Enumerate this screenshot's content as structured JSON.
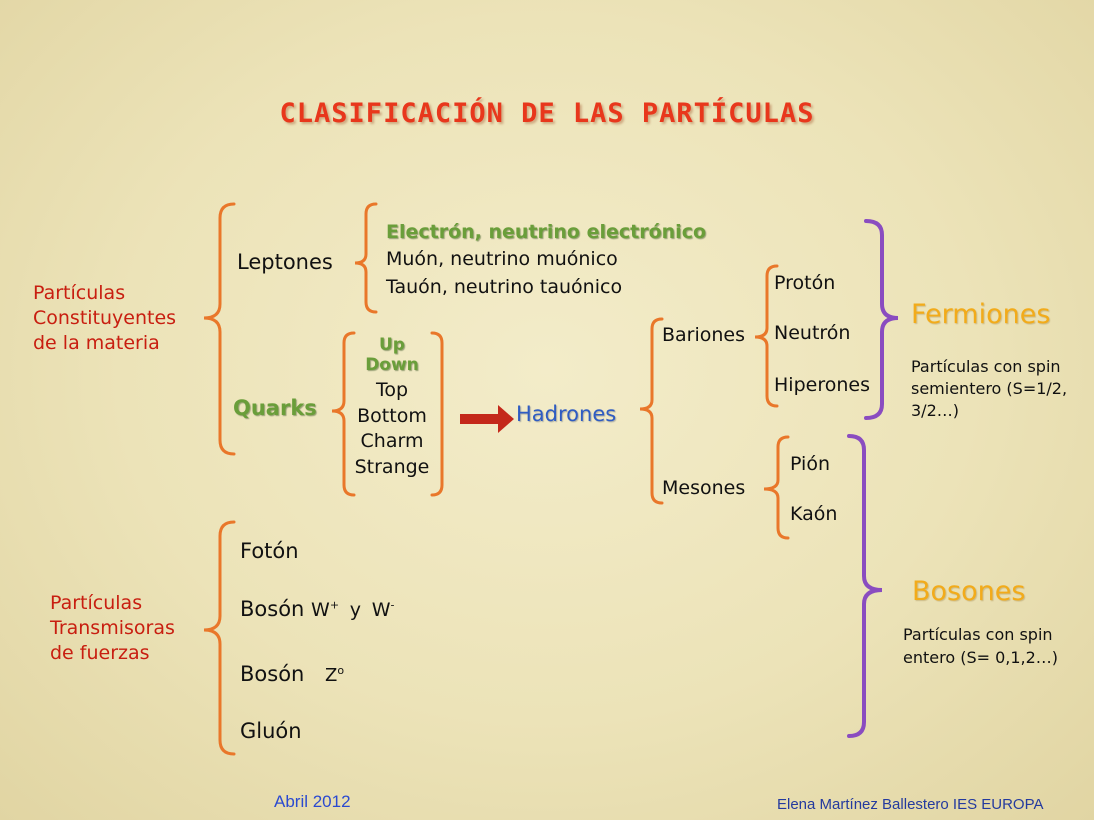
{
  "title": "CLASIFICACIÓN DE LAS PARTÍCULAS",
  "constituent": {
    "label_lines": [
      "Partículas",
      "Constituyentes",
      "de la materia"
    ],
    "leptones": {
      "label": "Leptones",
      "items": [
        "Electrón, neutrino electrónico",
        "Muón, neutrino muónico",
        "Tauón, neutrino tauónico"
      ]
    },
    "quarks": {
      "label": "Quarks",
      "items": [
        "Up",
        "Down",
        "Top",
        "Bottom",
        "Charm",
        "Strange"
      ]
    },
    "hadrones": {
      "label": "Hadrones",
      "bariones": {
        "label": "Bariones",
        "items": [
          "Protón",
          "Neutrón",
          "Hiperones"
        ]
      },
      "mesones": {
        "label": "Mesones",
        "items": [
          "Pión",
          "Kaón"
        ]
      }
    }
  },
  "fermiones": {
    "label": "Fermiones",
    "desc_lines": [
      "Partículas con spin",
      "semientero (S=1/2,",
      "3/2…)"
    ]
  },
  "transmitter": {
    "label_lines": [
      "Partículas",
      "Transmisoras",
      "de fuerzas"
    ],
    "foton": "Fotón",
    "boson_w": {
      "label": "Bosón",
      "w_plus": "W",
      "w_plus_sup": "+",
      "conj": "y",
      "w_minus": "W",
      "w_minus_sup": "-"
    },
    "boson_z": {
      "label": "Bosón",
      "z": "Z",
      "z_sup": "o"
    },
    "gluon": "Gluón"
  },
  "bosones": {
    "label": "Bosones",
    "desc_lines": [
      "Partículas con spin",
      "entero (S= 0,1,2…)"
    ]
  },
  "footer": {
    "date": "Abril  2012",
    "author": "Elena Martínez Ballestero  IES EUROPA"
  },
  "colors": {
    "bracket": "#e9772a",
    "purple_bracket": "#8a4cc0",
    "arrow": "#c4281a"
  }
}
